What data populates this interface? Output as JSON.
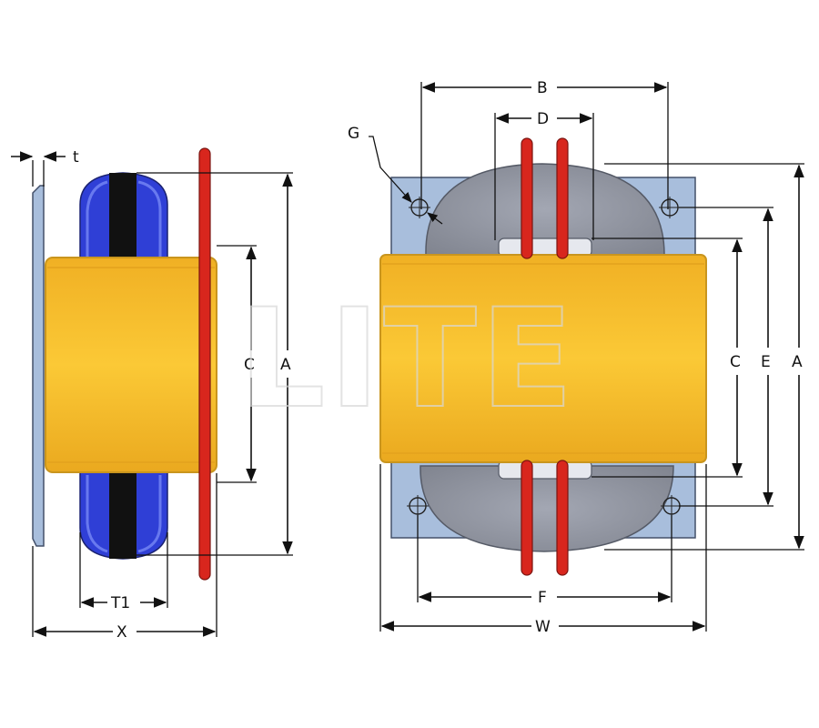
{
  "watermark": "LITE",
  "side_view": {
    "labels": {
      "t": "t",
      "c": "C",
      "a": "A",
      "t1": "T1",
      "x": "X"
    }
  },
  "front_view": {
    "labels": {
      "b": "B",
      "d": "D",
      "g": "G",
      "c": "C",
      "e": "E",
      "a": "A",
      "f": "F",
      "w": "W"
    }
  },
  "colors": {
    "bobbin_yellow": "#f8c02c",
    "bobbin_edge": "#c9951e",
    "core_gray": "#9296a3",
    "frame_blue": "#a8bedc",
    "winding_blue": "#2f3fd6",
    "wire_red": "#d8261d"
  }
}
